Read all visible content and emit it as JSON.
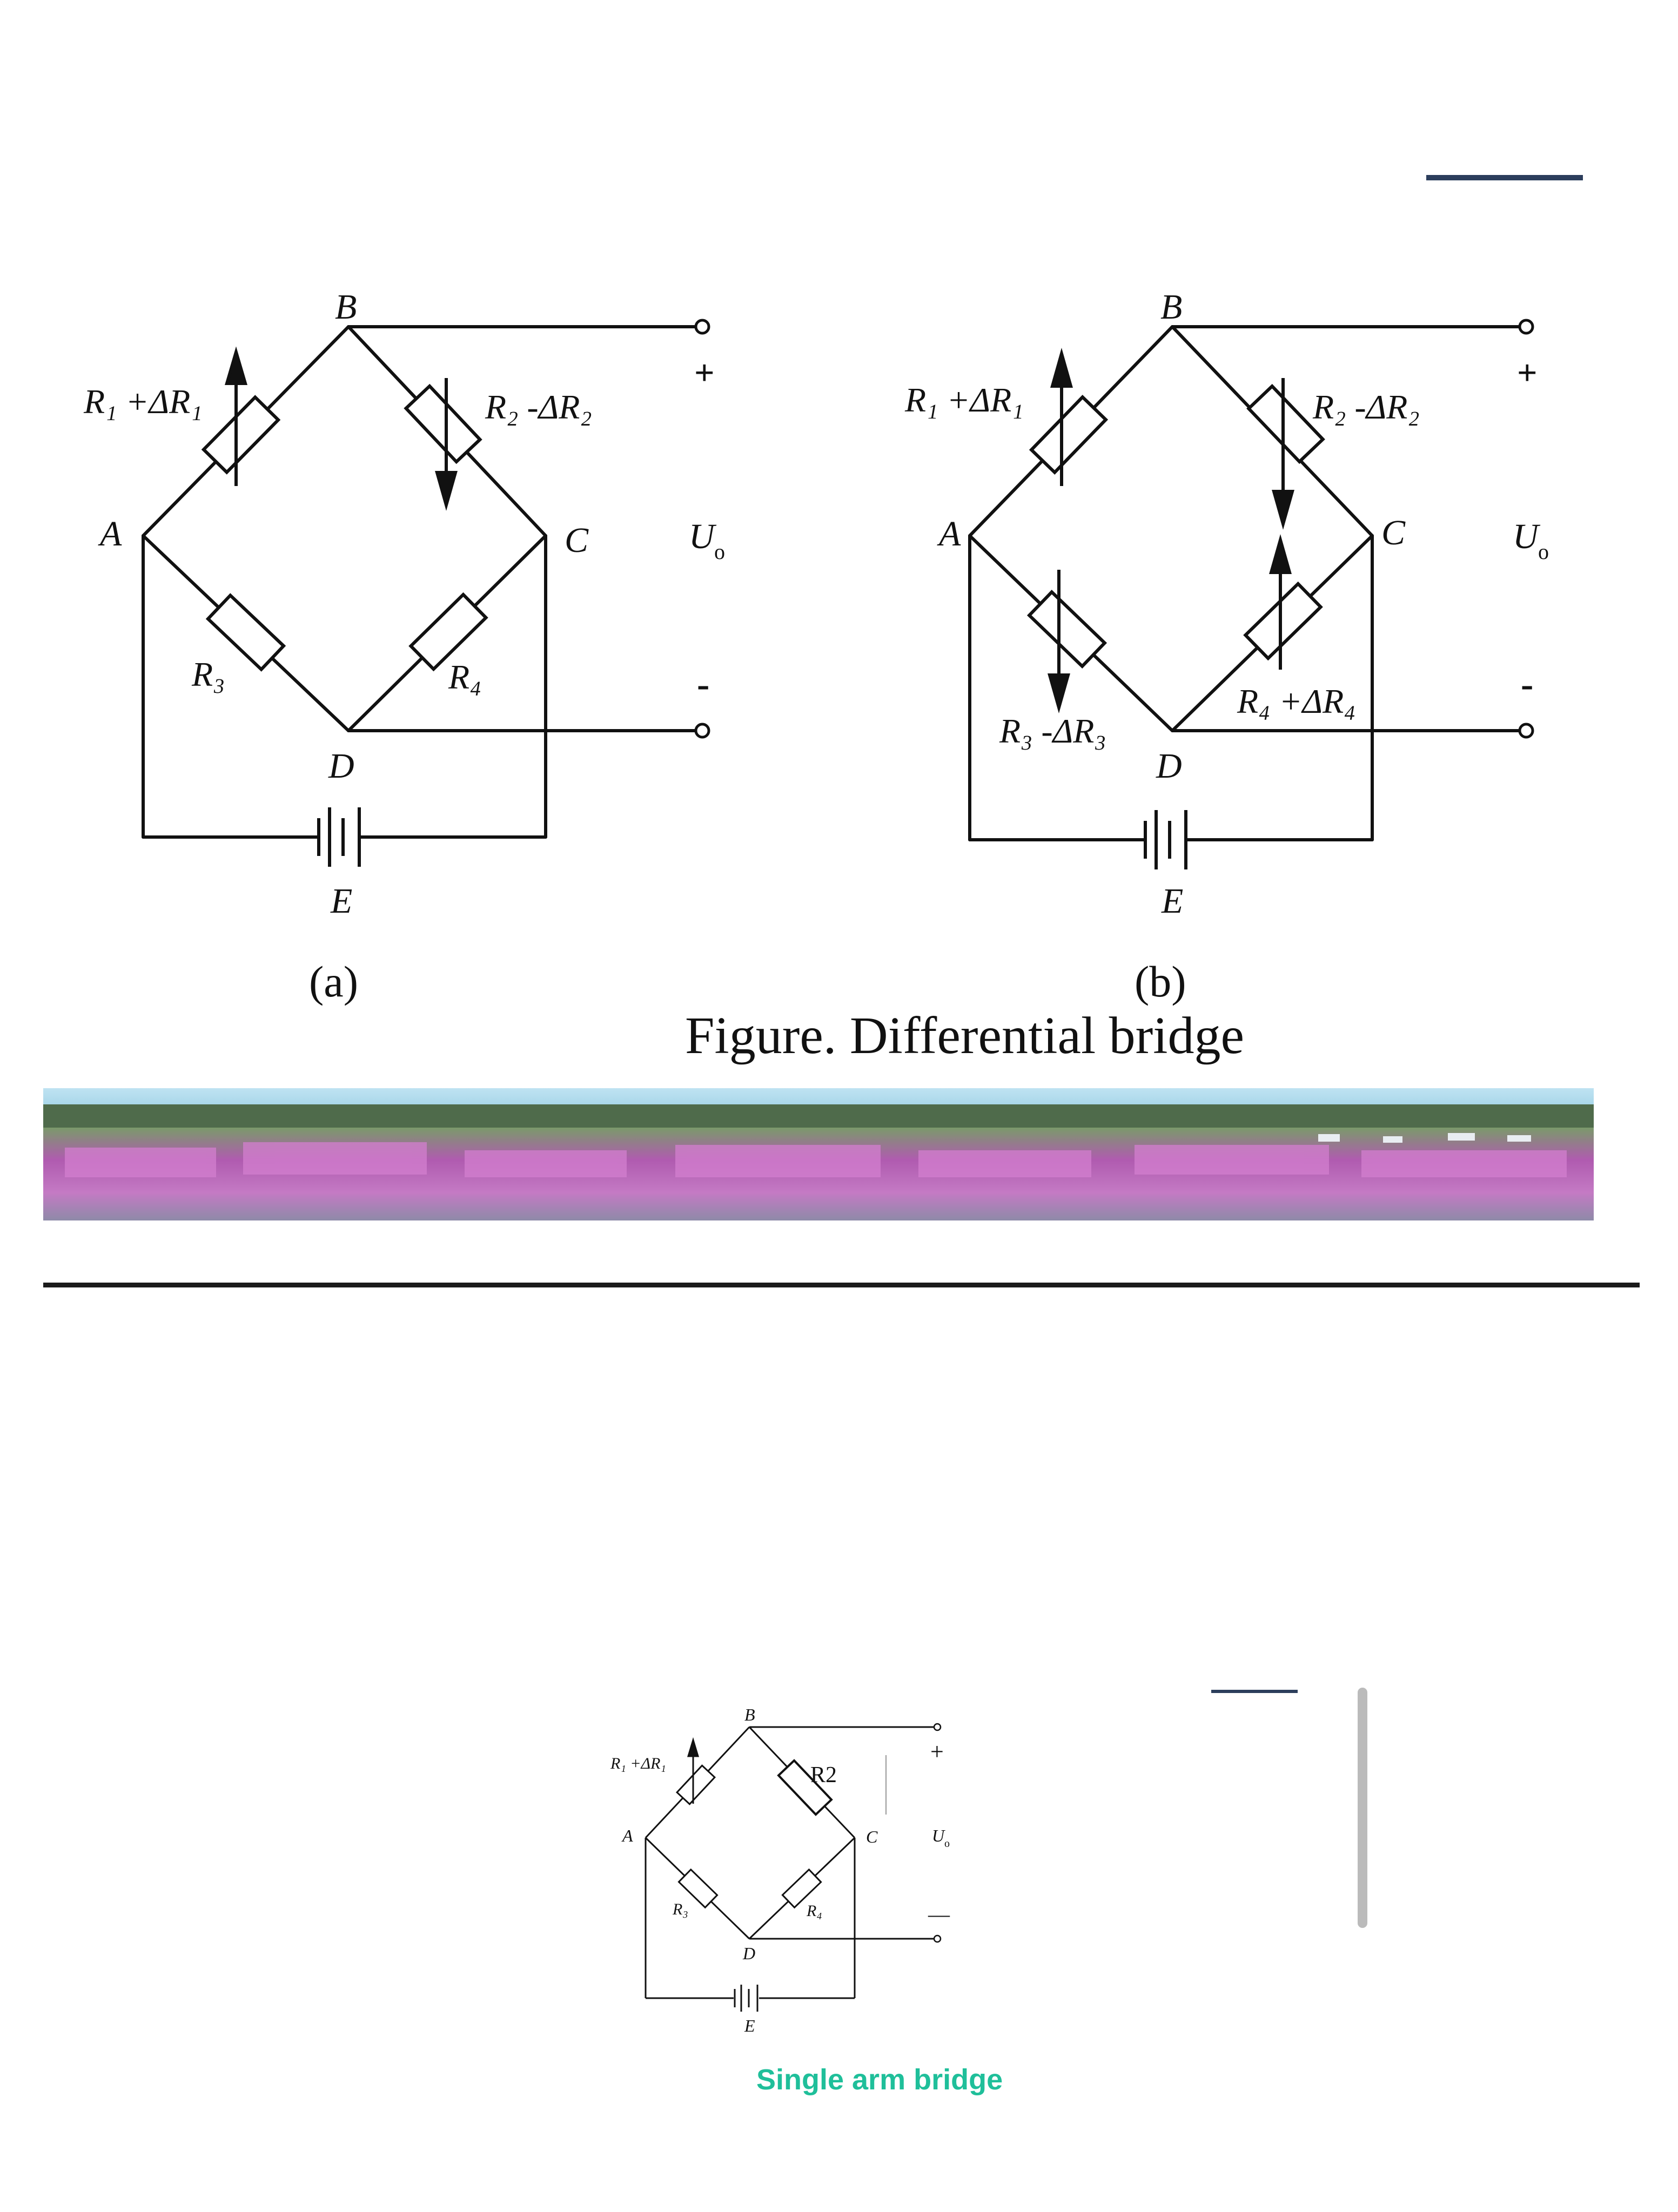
{
  "colors": {
    "accent_line": "#2c3e5c",
    "caption_green": "#1fbf9a",
    "scrollbar": "#bbbbbb"
  },
  "figure_a": {
    "nodes": {
      "A": "A",
      "B": "B",
      "C": "C",
      "D": "D",
      "E": "E"
    },
    "labels": {
      "r1": "R₁ +ΔR₁",
      "r2": "R₂ -ΔR₂",
      "r3": "R₃",
      "r4": "R₄"
    },
    "terminals": {
      "plus": "+",
      "minus": "-",
      "uo": "U",
      "uo_sub": "o"
    },
    "sublabel": "(a)"
  },
  "figure_b": {
    "nodes": {
      "A": "A",
      "B": "B",
      "C": "C",
      "D": "D",
      "E": "E"
    },
    "labels": {
      "r1": "R₁ +ΔR₁",
      "r2": "R₂ -ΔR₂",
      "r3": "R₃ -ΔR₃",
      "r4": "R₄ +ΔR₄"
    },
    "terminals": {
      "plus": "+",
      "minus": "-",
      "uo": "U",
      "uo_sub": "o"
    },
    "sublabel": "(b)"
  },
  "caption": "Figure. Differential bridge",
  "figure_c": {
    "nodes": {
      "A": "A",
      "B": "B",
      "C": "C",
      "D": "D",
      "E": "E"
    },
    "labels": {
      "r1": "R₁ +ΔR₁",
      "r2": "R2",
      "r3": "R₃",
      "r4": "R₄"
    },
    "terminals": {
      "plus": "+",
      "minus": "—",
      "uo": "U",
      "uo_sub": "o"
    }
  },
  "caption_single": "Single arm bridge"
}
